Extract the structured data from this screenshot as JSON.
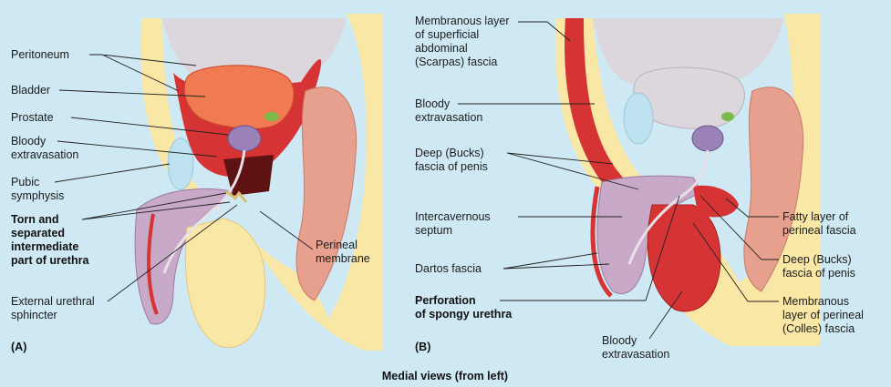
{
  "caption": "Medial views (from left)",
  "panels": {
    "a": {
      "tag": "(A)",
      "labels": {
        "peritoneum": "Peritoneum",
        "bladder": "Bladder",
        "prostate": "Prostate",
        "bloody_ext_1": "Bloody",
        "bloody_ext_2": "extravasation",
        "pubic_1": "Pubic",
        "pubic_2": "symphysis",
        "torn_1": "Torn and",
        "torn_2": "separated",
        "torn_3": "intermediate",
        "torn_4": "part of urethra",
        "ext_sph_1": "External urethral",
        "ext_sph_2": "sphincter",
        "perineal_1": "Perineal",
        "perineal_2": "membrane"
      }
    },
    "b": {
      "tag": "(B)",
      "labels": {
        "memb_1": "Membranous layer",
        "memb_2": "of superficial",
        "memb_3": "abdominal",
        "memb_4": "(Scarpas) fascia",
        "bloody_1": "Bloody",
        "bloody_2": "extravasation",
        "deep_1": "Deep (Bucks)",
        "deep_2": "fascia of penis",
        "inter_1": "Intercavernous",
        "inter_2": "septum",
        "dartos": "Dartos fascia",
        "perf_1": "Perforation",
        "perf_2": "of spongy urethra",
        "fatty_1": "Fatty layer of",
        "fatty_2": "perineal fascia",
        "deep_r_1": "Deep (Bucks)",
        "deep_r_2": "fascia of penis",
        "colles_1": "Membranous",
        "colles_2": "layer of perineal",
        "colles_3": "(Colles) fascia",
        "bloody_b_1": "Bloody",
        "bloody_b_2": "extravasation"
      }
    }
  },
  "colors": {
    "background": "#cfe9f4",
    "abdomen": "#dcd6dd",
    "fat": "#f9e7a6",
    "extravasation": "#d63434",
    "bladder": "#f07a52",
    "prostate": "#9a82b8",
    "muscle": "#e8a08e",
    "seminal": "#7bbb4a"
  }
}
